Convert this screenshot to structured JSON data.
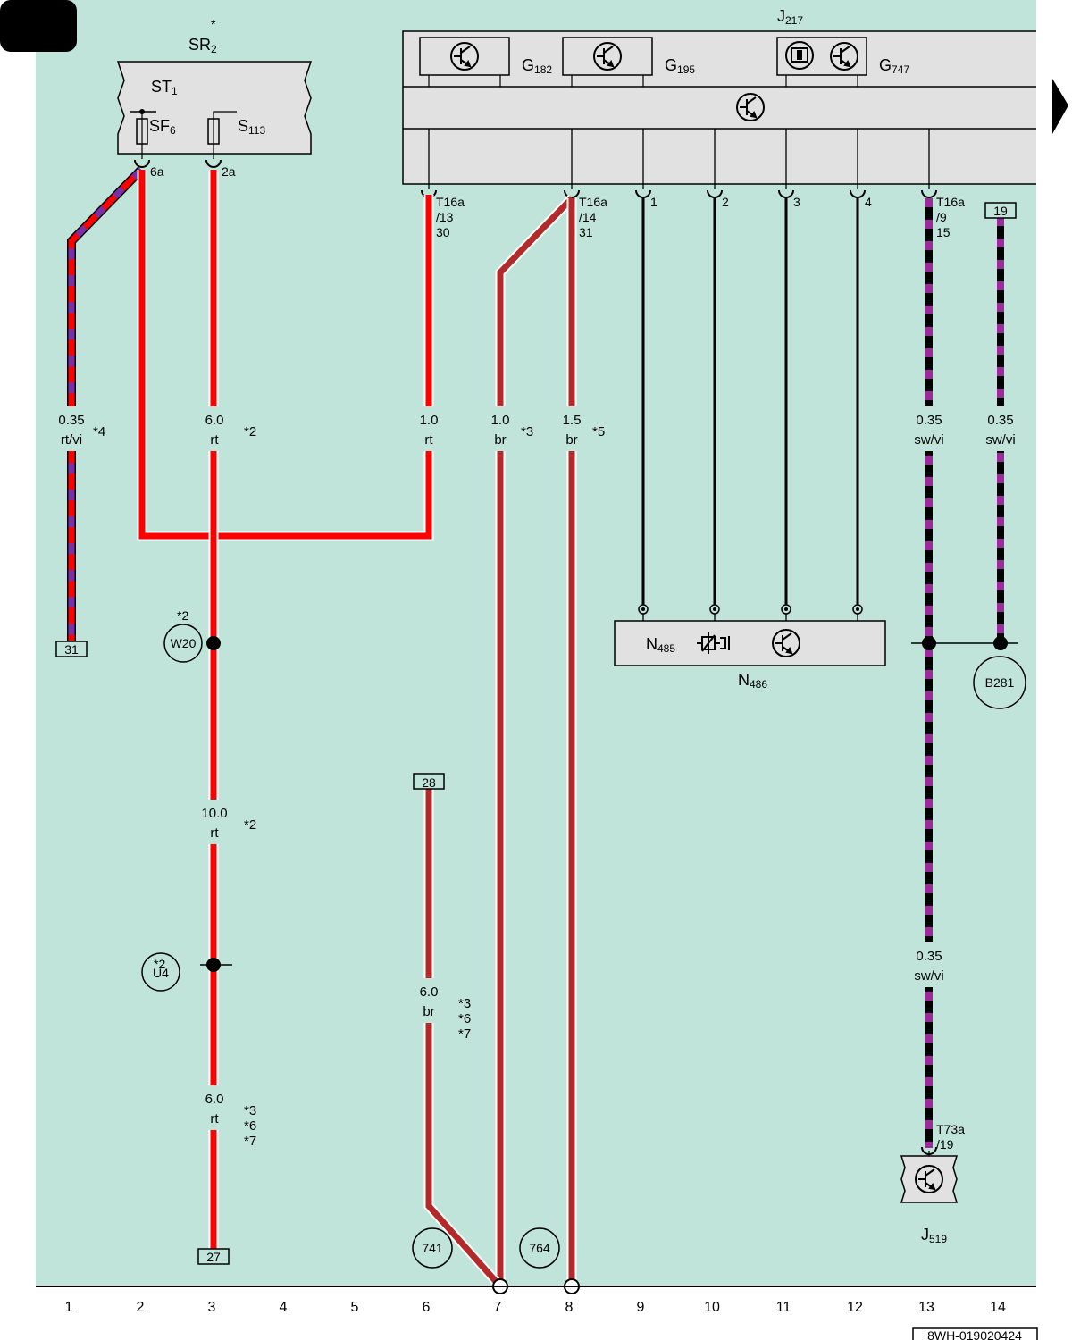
{
  "components": {
    "sr2": {
      "name": "SR",
      "sub": "2",
      "star": "*"
    },
    "st1": {
      "name": "ST",
      "sub": "1"
    },
    "sf6": {
      "name": "SF",
      "sub": "6"
    },
    "s113": {
      "name": "S",
      "sub": "113"
    },
    "j217": {
      "name": "J",
      "sub": "217"
    },
    "g182": {
      "name": "G",
      "sub": "182"
    },
    "g195": {
      "name": "G",
      "sub": "195"
    },
    "g747": {
      "name": "G",
      "sub": "747"
    },
    "n485": {
      "name": "N",
      "sub": "485"
    },
    "n486": {
      "name": "N",
      "sub": "486"
    },
    "j519": {
      "name": "J",
      "sub": "519"
    }
  },
  "pins": {
    "p6a": "6a",
    "p2a": "2a",
    "t13": [
      "T16a",
      "/13",
      "30"
    ],
    "t14": [
      "T16a",
      "/14",
      "31"
    ],
    "t9": [
      "T16a",
      "/9",
      "15"
    ],
    "p1": "1",
    "p2": "2",
    "p3": "3",
    "p4": "4",
    "t73": [
      "T73a",
      "/19"
    ]
  },
  "wires": {
    "w1": {
      "size": "0.35",
      "color": "rt/vi",
      "note": "*4"
    },
    "w2": {
      "size": "6.0",
      "color": "rt",
      "note": "*2"
    },
    "w3": {
      "size": "1.0",
      "color": "rt"
    },
    "w4": {
      "size": "1.0",
      "color": "br",
      "note": "*3"
    },
    "w5": {
      "size": "1.5",
      "color": "br",
      "note": "*5"
    },
    "w6": {
      "size": "0.35",
      "color": "sw/vi"
    },
    "w7": {
      "size": "0.35",
      "color": "sw/vi"
    },
    "w8": {
      "size": "10.0",
      "color": "rt",
      "note": "*2"
    },
    "w9": {
      "size": "6.0",
      "color": "br",
      "notes": [
        "*3",
        "*6",
        "*7"
      ]
    },
    "w10": {
      "size": "6.0",
      "color": "rt",
      "notes": [
        "*3",
        "*6",
        "*7"
      ]
    },
    "w11": {
      "size": "0.35",
      "color": "sw/vi"
    }
  },
  "refs": {
    "r31": "31",
    "r19": "19",
    "r28": "28",
    "r27": "27"
  },
  "circles": {
    "w20": "W20",
    "w20_note": "*2",
    "u4": "U4",
    "u4_note": "*2",
    "b281": "B281",
    "c741": "741",
    "c764": "764"
  },
  "columns": [
    "1",
    "2",
    "3",
    "4",
    "5",
    "6",
    "7",
    "8",
    "9",
    "10",
    "11",
    "12",
    "13",
    "14"
  ],
  "footer": {
    "code": "8WH-019020424"
  },
  "colors": {
    "background": "#c0e4d9",
    "red": "#ff0000",
    "brown": "#b32a2a",
    "violet": "#7a2fa8",
    "purple": "#9c2a9c",
    "box_fill": "#e1e1e1"
  }
}
